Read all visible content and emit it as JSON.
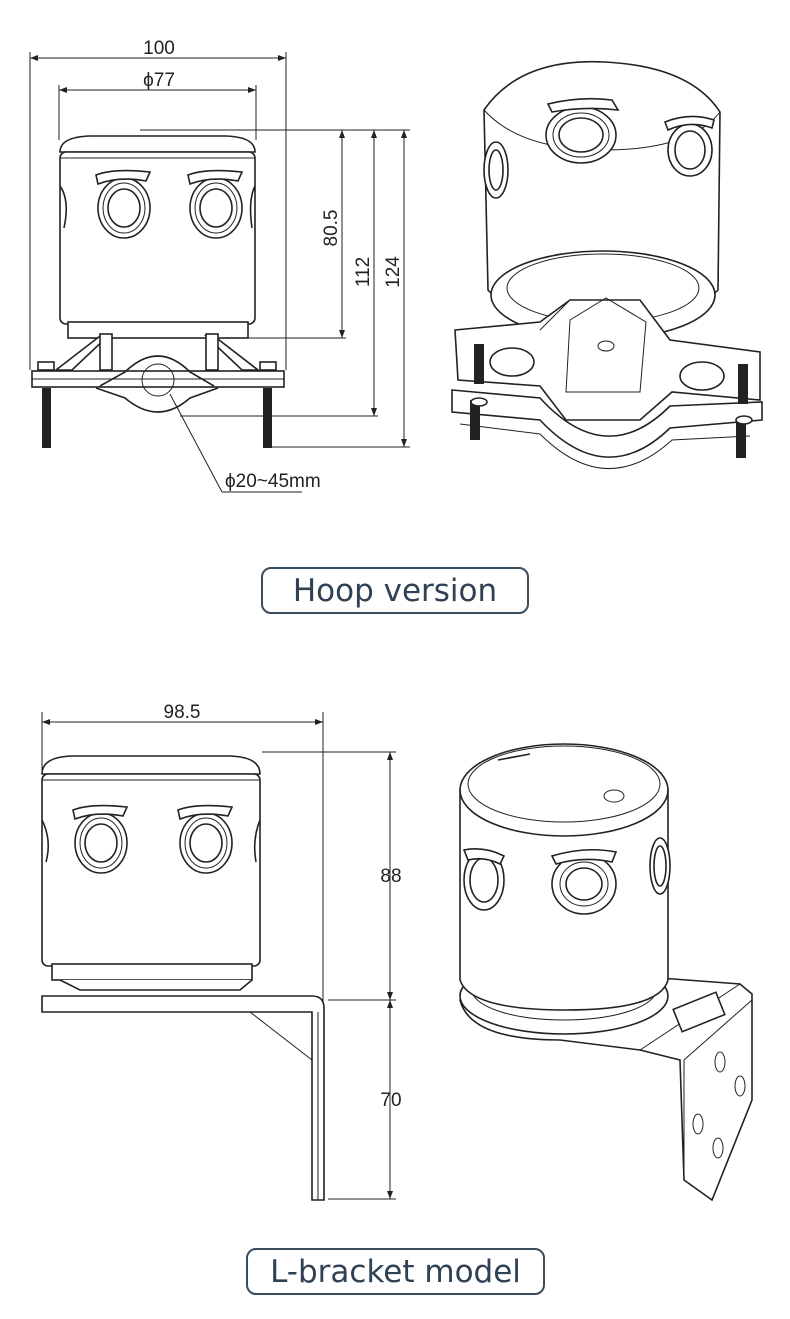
{
  "hoop": {
    "dim_width_total": "100",
    "dim_diameter": "ϕ77",
    "dim_height_body": "80.5",
    "dim_height_mid": "112",
    "dim_height_total": "124",
    "dim_pipe_range": "ϕ20~45mm",
    "caption": "Hoop version"
  },
  "lbracket": {
    "dim_width": "98.5",
    "dim_height_body": "88",
    "dim_height_bracket": "70",
    "caption": "L-bracket model"
  }
}
